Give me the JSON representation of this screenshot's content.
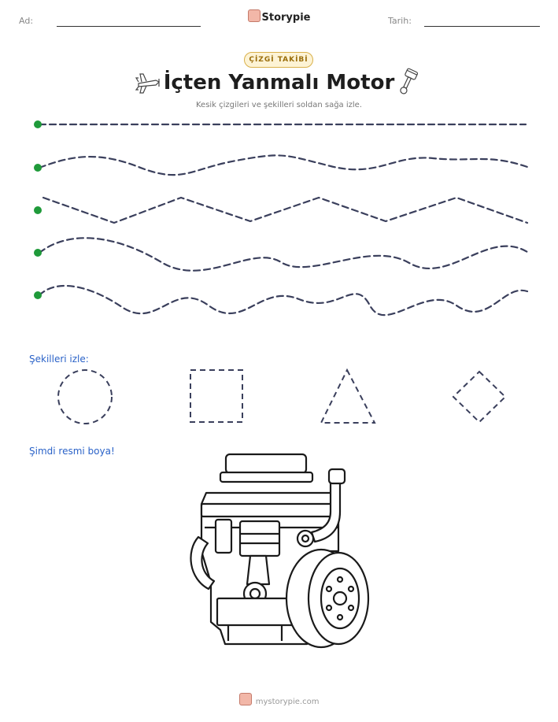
{
  "header": {
    "name_label": "Ad:",
    "date_label": "Tarih:",
    "brand": "Storypie"
  },
  "badge": "ÇİZGİ TAKİBİ",
  "title": "İçten Yanmalı Motor",
  "subtitle": "Kesik çizgileri ve şekilleri soldan sağa izle.",
  "tracing_lines": [
    "straight",
    "wave",
    "zigzag",
    "wave",
    "wave"
  ],
  "shapes_section": {
    "label": "Şekilleri izle:",
    "shapes": [
      "circle",
      "square",
      "triangle",
      "diamond"
    ]
  },
  "coloring_section": {
    "label": "Şimdi resmi boya!",
    "image": "engine-drawing"
  },
  "footer": {
    "site": "mystorypie.com"
  },
  "colors": {
    "start_dot": "#1f9a3a",
    "dash": "#3a3f5c",
    "section_label": "#2a62c8",
    "badge_border": "#d9b04a"
  },
  "icons": [
    "airplane-icon",
    "piston-icon",
    "storypie-logo"
  ]
}
